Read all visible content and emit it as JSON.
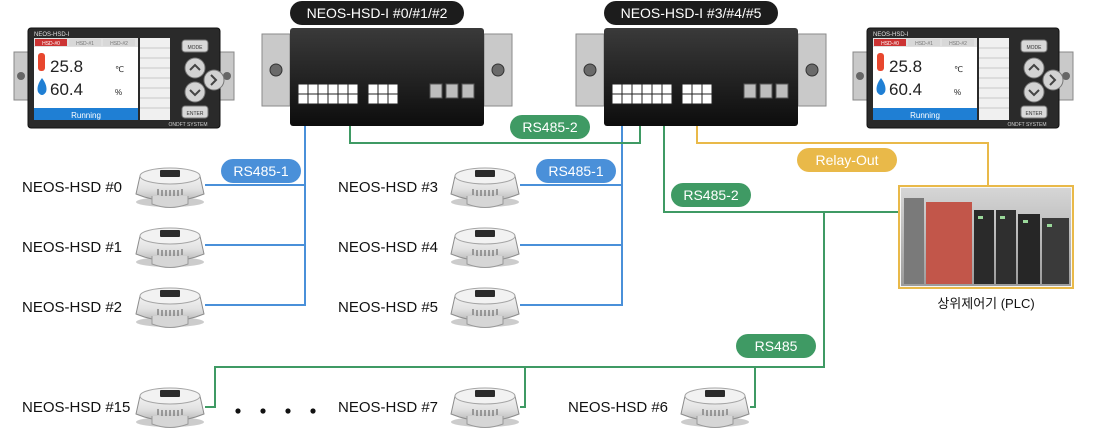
{
  "headers": {
    "module_a": "NEOS-HSD-I #0/#1/#2",
    "module_b": "NEOS-HSD-I #3/#4/#5"
  },
  "panel": {
    "brand": "NEOS-HSD-I",
    "tabs": [
      "HSD-#0",
      "HSD-#1",
      "HSD-#2"
    ],
    "temperature": "25.8",
    "temp_unit": "℃",
    "humidity": "60.4",
    "hum_unit": "%",
    "status": "Running",
    "buttons": [
      "MODE",
      "ENTER"
    ],
    "footer": "ONDFT SYSTEM"
  },
  "bus_labels": {
    "rs485_1_left": "RS485-1",
    "rs485_1_right": "RS485-1",
    "rs485_2_top": "RS485-2",
    "rs485_2_right": "RS485-2",
    "relay_out": "Relay-Out",
    "rs485_bottom": "RS485"
  },
  "sensors": {
    "s0": "NEOS-HSD #0",
    "s1": "NEOS-HSD #1",
    "s2": "NEOS-HSD #2",
    "s3": "NEOS-HSD #3",
    "s4": "NEOS-HSD #4",
    "s5": "NEOS-HSD #5",
    "s15": "NEOS-HSD #15",
    "s7": "NEOS-HSD #7",
    "s6": "NEOS-HSD #6"
  },
  "plc": {
    "caption": "상위제어기 (PLC)"
  },
  "colors": {
    "blue": "#4a90d9",
    "green": "#3f9a64",
    "yellow": "#e9b949",
    "header": "#1c1c1c"
  }
}
